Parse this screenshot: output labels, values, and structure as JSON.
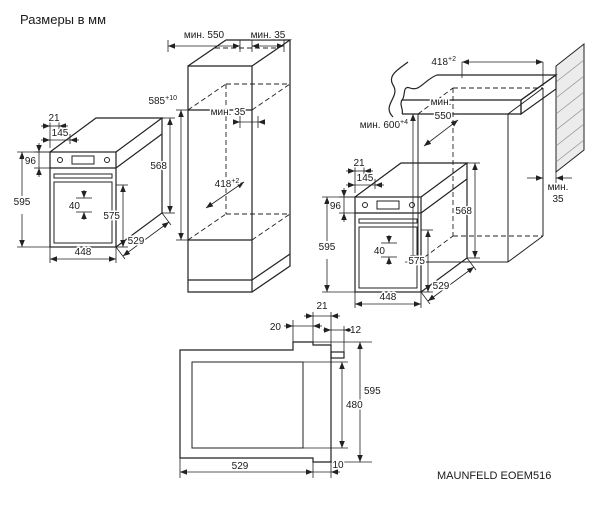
{
  "page": {
    "title": "Размеры в мм",
    "model": "MAUNFELD EOEM516"
  },
  "oven": {
    "frame_offset": "21",
    "panel_depth": "145",
    "panel_height": "96",
    "height": "595",
    "handle_inset": "40",
    "front_height": "575",
    "body_width": "448",
    "body_depth": "529",
    "back_height": "568"
  },
  "tall_cabinet": {
    "depth_min": "мин. 550",
    "rear_gap_min": "мин. 35",
    "niche_height": "585",
    "niche_height_tol": "+10",
    "vent_gap_min": "мин. 35",
    "niche_depth": "418",
    "niche_depth_tol": "+2"
  },
  "base_cabinet": {
    "niche_depth": "418",
    "niche_depth_tol": "+2",
    "niche_height_min": "мин. 600",
    "niche_height_tol": "+4",
    "depth_min_line1": "мин.",
    "depth_min_line2": "550",
    "rear_gap_line1": "мин.",
    "rear_gap_line2": "35"
  },
  "side_view": {
    "door_frame": "21",
    "top_recess": "20",
    "handle_depth": "12",
    "height": "595",
    "inner_height": "480",
    "depth": "529",
    "bottom_gap": "10"
  }
}
